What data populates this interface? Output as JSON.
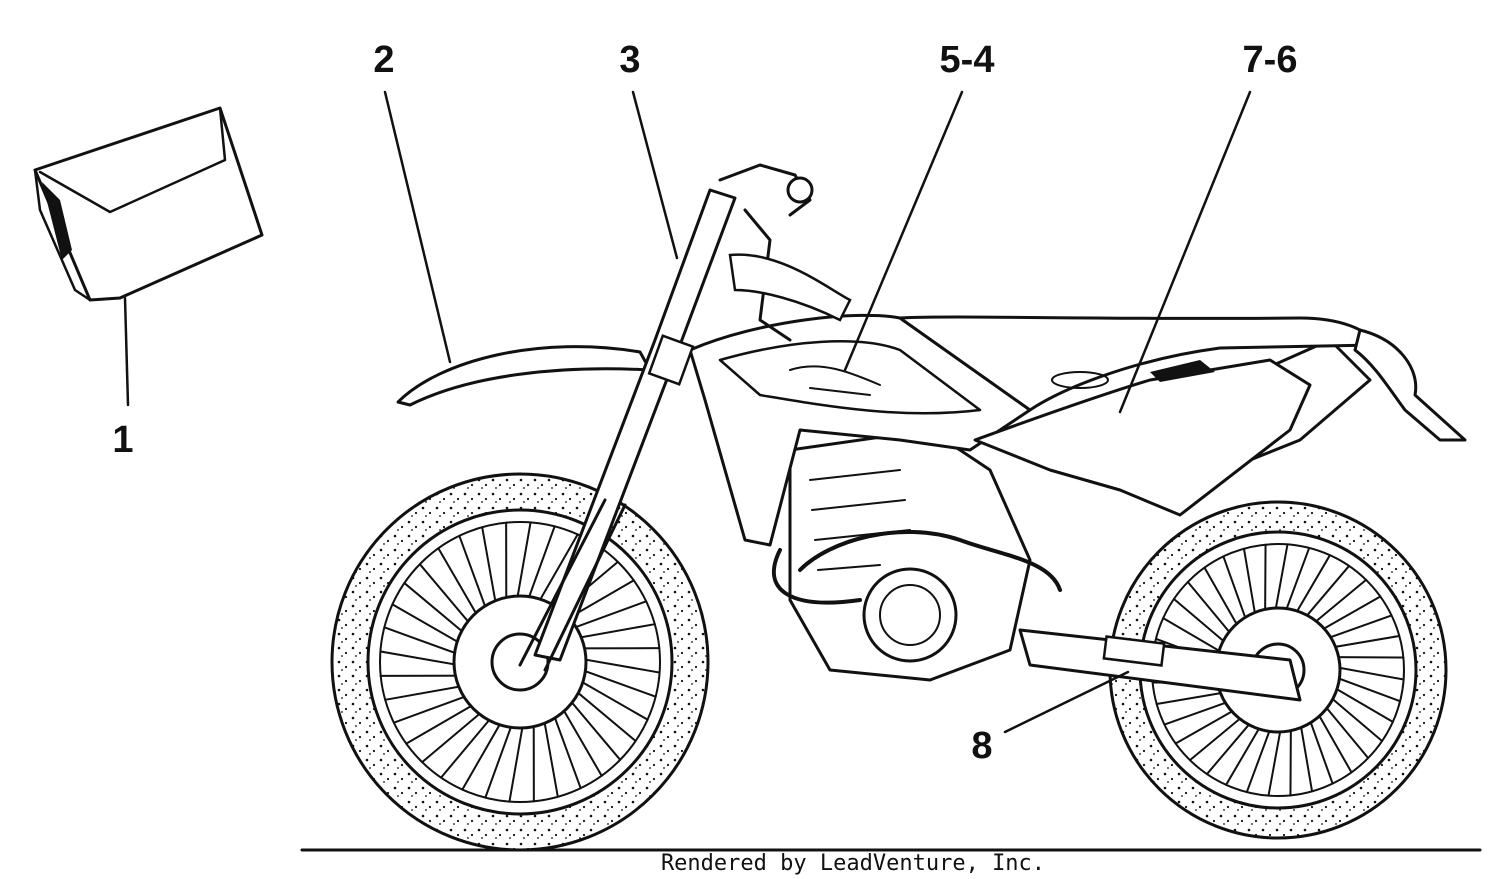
{
  "callouts": {
    "c1": "1",
    "c2": "2",
    "c3": "3",
    "c54": "5-4",
    "c76": "7-6",
    "c8": "8"
  },
  "footer": "Rendered by LeadVenture, Inc.",
  "colors": {
    "line": "#111111",
    "background": "#ffffff"
  }
}
